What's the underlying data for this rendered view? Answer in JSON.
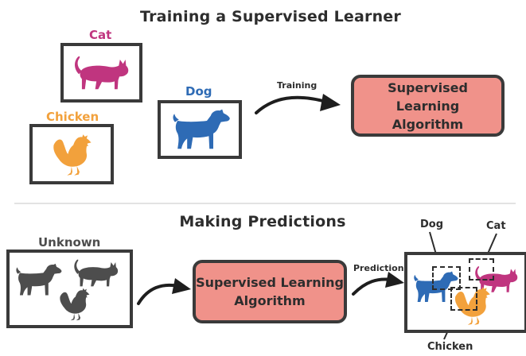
{
  "colors": {
    "cat": "#c0357f",
    "chicken": "#f2a13c",
    "dog": "#2e6bb5",
    "unknown": "#4d4d4d",
    "algorithm_fill": "#f0928a",
    "frame": "#3a3a3a"
  },
  "training": {
    "title": "Training a Supervised Learner",
    "cat_label": "Cat",
    "chicken_label": "Chicken",
    "dog_label": "Dog",
    "arrow_label": "Training",
    "algorithm_line1": "Supervised Learning",
    "algorithm_line2": "Algorithm"
  },
  "prediction": {
    "title": "Making Predictions",
    "unknown_label": "Unknown",
    "arrow_label": "Prediction",
    "algorithm_line1": "Supervised Learning",
    "algorithm_line2": "Algorithm",
    "output_labels": {
      "dog": "Dog",
      "cat": "Cat",
      "chicken": "Chicken"
    }
  },
  "icons": [
    "cat-icon",
    "chicken-icon",
    "dog-icon",
    "arrow-icon"
  ]
}
